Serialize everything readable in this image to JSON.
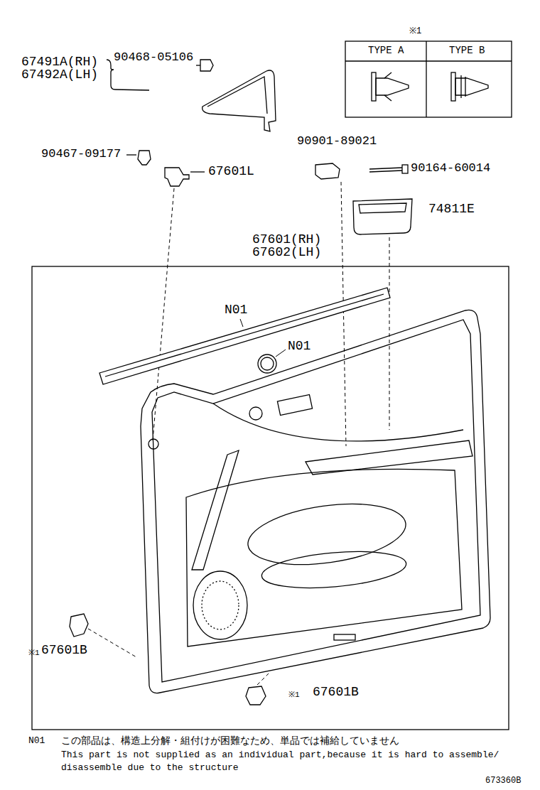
{
  "diagram": {
    "labels": [
      "※1",
      "TYPE A",
      "TYPE B",
      "67491A(RH)",
      "67492A(LH)",
      "90468-05106",
      "90467-09177",
      "67601L",
      "90901-89021",
      "90164-60014",
      "74811E",
      "67601(RH)",
      "67602(LH)",
      "N01",
      "N01",
      "※1",
      "67601B",
      "※1",
      "67601B",
      "N01",
      "この部品は、構造上分解・組付けが困難なため、単品では補給していません",
      "This part is not supplied as an individual part,because it is hard to assemble/ disassemble due to the structure",
      "673360B"
    ]
  }
}
